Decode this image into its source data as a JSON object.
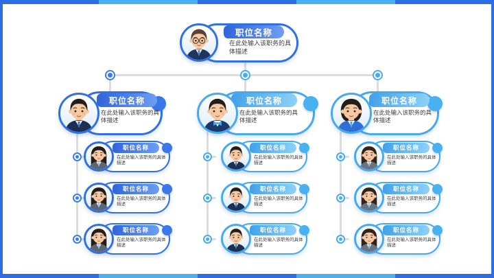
{
  "slide": {
    "type": "org-chart-template",
    "frame": {
      "top_bottom_segments": [
        "#2e6ee3",
        "#4aaff0",
        "#2e6ee3",
        "#4aaff0",
        "#2e6ee3"
      ],
      "side_bar_color": "#2e6ee3"
    }
  },
  "colors": {
    "royal_blue_border": "#3170e2",
    "royal_gradient": [
      "#2f63da",
      "#6f9ff2"
    ],
    "sky_blue_border": "#46a8ed",
    "sky_gradient": [
      "#41a0e8",
      "#8fd2f8"
    ],
    "connector_gray": "#dcdcdc",
    "description_text": "#3c3c3c",
    "title_text": "#ffffff",
    "background": "#ffffff"
  },
  "org": {
    "root": {
      "title": "职位名称",
      "description": "在此处输入该职务的具体描述",
      "avatar": "man-brown-hair-glasses"
    },
    "columns": [
      {
        "theme": "royal",
        "parent": {
          "title": "职位名称",
          "description": "在此处输入该职务的具体描述",
          "avatar": "man-short-black-hair"
        },
        "children": [
          {
            "title": "职位名称",
            "description": "在此处输入该职务的具体描述",
            "avatar": "woman-long-straight-hair"
          },
          {
            "title": "职位名称",
            "description": "在此处输入该职务的具体描述",
            "avatar": "woman-long-straight-hair"
          },
          {
            "title": "职位名称",
            "description": "在此处输入该职务的具体描述",
            "avatar": "woman-long-straight-hair"
          }
        ]
      },
      {
        "theme": "sky",
        "parent": {
          "title": "职位名称",
          "description": "在此处输入该职务的具体描述",
          "avatar": "man-bow-tie"
        },
        "children": [
          {
            "title": "职位名称",
            "description": "在此处输入该职务的具体描述",
            "avatar": "man-short-black-hair"
          },
          {
            "title": "职位名称",
            "description": "在此处输入该职务的具体描述",
            "avatar": "man-short-black-hair"
          },
          {
            "title": "职位名称",
            "description": "在此处输入该职务的具体描述",
            "avatar": "man-short-black-hair"
          }
        ]
      },
      {
        "theme": "sky",
        "parent": {
          "title": "职位名称",
          "description": "在此处输入该职务的具体描述",
          "avatar": "woman-bob-hair"
        },
        "children": [
          {
            "title": "职位名称",
            "description": "在此处输入该职务的具体描述",
            "avatar": "woman-long-wavy-hair"
          },
          {
            "title": "职位名称",
            "description": "在此处输入该职务的具体描述",
            "avatar": "woman-long-wavy-hair"
          },
          {
            "title": "职位名称",
            "description": "在此处输入该职务的具体描述",
            "avatar": "woman-long-wavy-hair"
          }
        ]
      }
    ]
  }
}
